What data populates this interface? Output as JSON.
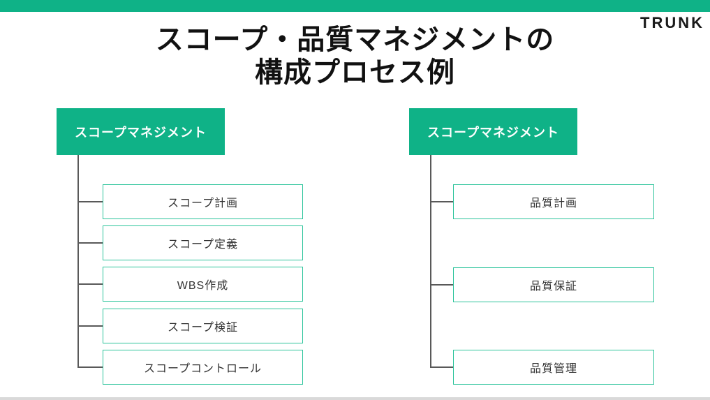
{
  "page": {
    "title_line1": "スコープ・品質マネジメントの",
    "title_line2": "構成プロセス例",
    "logo": "TRUNK"
  },
  "colors": {
    "accent_green": "#0fb287",
    "box_border_green": "#2cc49b",
    "connector_gray": "#595959",
    "title_black": "#111111",
    "bottom_strip_gray": "#d9d9d9"
  },
  "trees": [
    {
      "header": "スコープマネジメント",
      "items": [
        "スコープ計画",
        "スコープ定義",
        "WBS作成",
        "スコープ検証",
        "スコープコントロール"
      ]
    },
    {
      "header": "スコープマネジメント",
      "items": [
        "品質計画",
        "品質保証",
        "品質管理"
      ]
    }
  ]
}
